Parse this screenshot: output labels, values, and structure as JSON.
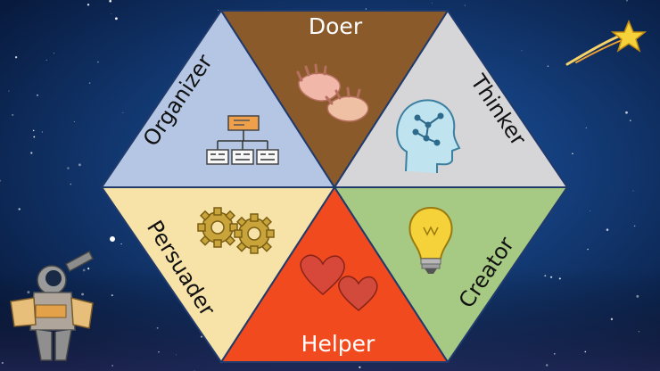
{
  "slide": {
    "background_color": "#0f2d63",
    "hexagon": [
      {
        "id": "doer",
        "label": "Doer",
        "color": "#8b5a2b",
        "icon": "open-hands-icon"
      },
      {
        "id": "thinker",
        "label": "Thinker",
        "color": "#d6d6d8",
        "icon": "head-brain-icon"
      },
      {
        "id": "creator",
        "label": "Creator",
        "color": "#a6c983",
        "icon": "light-bulb-icon"
      },
      {
        "id": "helper",
        "label": "Helper",
        "color": "#f04a1e",
        "icon": "hearts-icon"
      },
      {
        "id": "persuader",
        "label": "Persuader",
        "color": "#f7e2a8",
        "icon": "gears-icon"
      },
      {
        "id": "organizer",
        "label": "Organizer",
        "color": "#b4c6e4",
        "icon": "org-chart-icon"
      }
    ],
    "decorations": [
      "shooting-star-icon",
      "astronaut-telescope-icon"
    ]
  }
}
